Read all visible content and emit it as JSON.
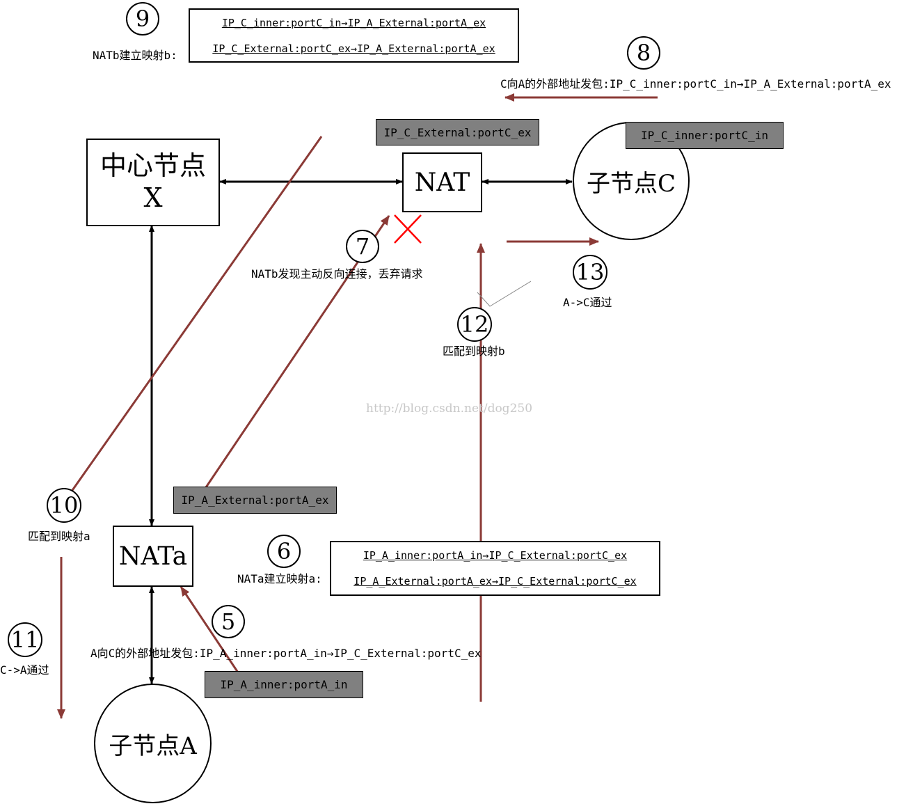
{
  "nodes": {
    "center_line1": "中心节点",
    "center_line2": "X",
    "nat": "NAT",
    "child_c": "子节点C",
    "nata": "NATa",
    "child_a": "子节点A"
  },
  "steps": {
    "s5": {
      "num": "5",
      "text": "A向C的外部地址发包:IP_A_inner:portA_in→IP_C_External:portC_ex"
    },
    "s6": {
      "num": "6",
      "text": "NATa建立映射a:"
    },
    "s7": {
      "num": "7",
      "text": "NATb发现主动反向连接，丢弃请求"
    },
    "s8": {
      "num": "8",
      "text": "C向A的外部地址发包:IP_C_inner:portC_in→IP_A_External:portA_ex"
    },
    "s9": {
      "num": "9",
      "text": "NATb建立映射b:"
    },
    "s10": {
      "num": "10",
      "text": "匹配到映射a"
    },
    "s11": {
      "num": "11",
      "text": "C->A通过"
    },
    "s12": {
      "num": "12",
      "text": "匹配到映射b"
    },
    "s13": {
      "num": "13",
      "text": "A->C通过"
    }
  },
  "mapping_b": {
    "line1": "IP_C_inner:portC_in→IP_A_External:portA_ex",
    "line2": "IP_C_External:portC_ex→IP_A_External:portA_ex"
  },
  "mapping_a": {
    "line1": "IP_A_inner:portA_in→IP_C_External:portC_ex",
    "line2": "IP_A_External:portA_ex→IP_C_External:portC_ex"
  },
  "address_boxes": {
    "c_external": "IP_C_External:portC_ex",
    "c_inner": "IP_C_inner:portC_in",
    "a_external": "IP_A_External:portA_ex",
    "a_inner": "IP_A_inner:portA_in"
  },
  "watermark": "http://blog.csdn.net/dog250",
  "colors": {
    "arrow_red": "#8b3a36",
    "cross_red": "#ff0000",
    "grey_box": "#808080"
  }
}
